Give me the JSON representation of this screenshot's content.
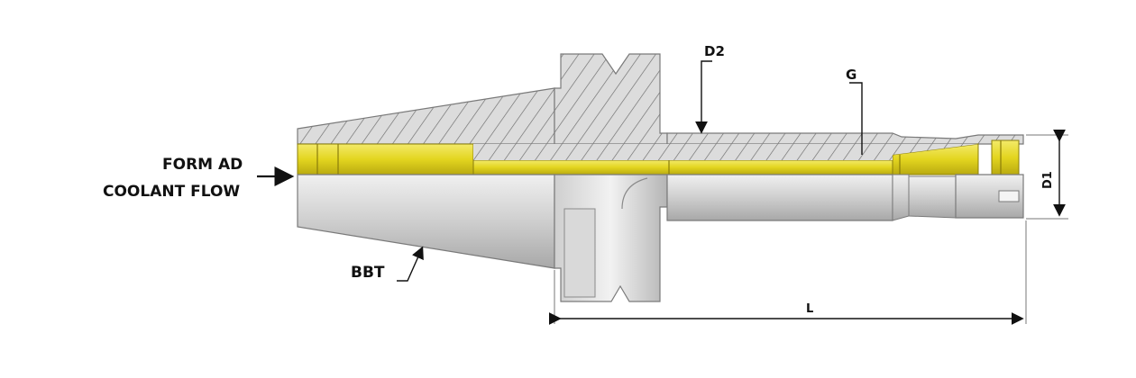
{
  "labels": {
    "form": "FORM AD",
    "coolant": "COOLANT FLOW",
    "bbt": "BBT",
    "d2": "D2",
    "g": "G",
    "d1": "D1",
    "l": "L"
  },
  "colors": {
    "coolant_channel": "#e3d51f",
    "hatch": "#6a6a6a",
    "body_light": "#e9e9e9",
    "body_mid": "#c9c9c9",
    "body_dark": "#9e9e9e",
    "outline": "#7a7a7a",
    "arrow": "#111111"
  }
}
